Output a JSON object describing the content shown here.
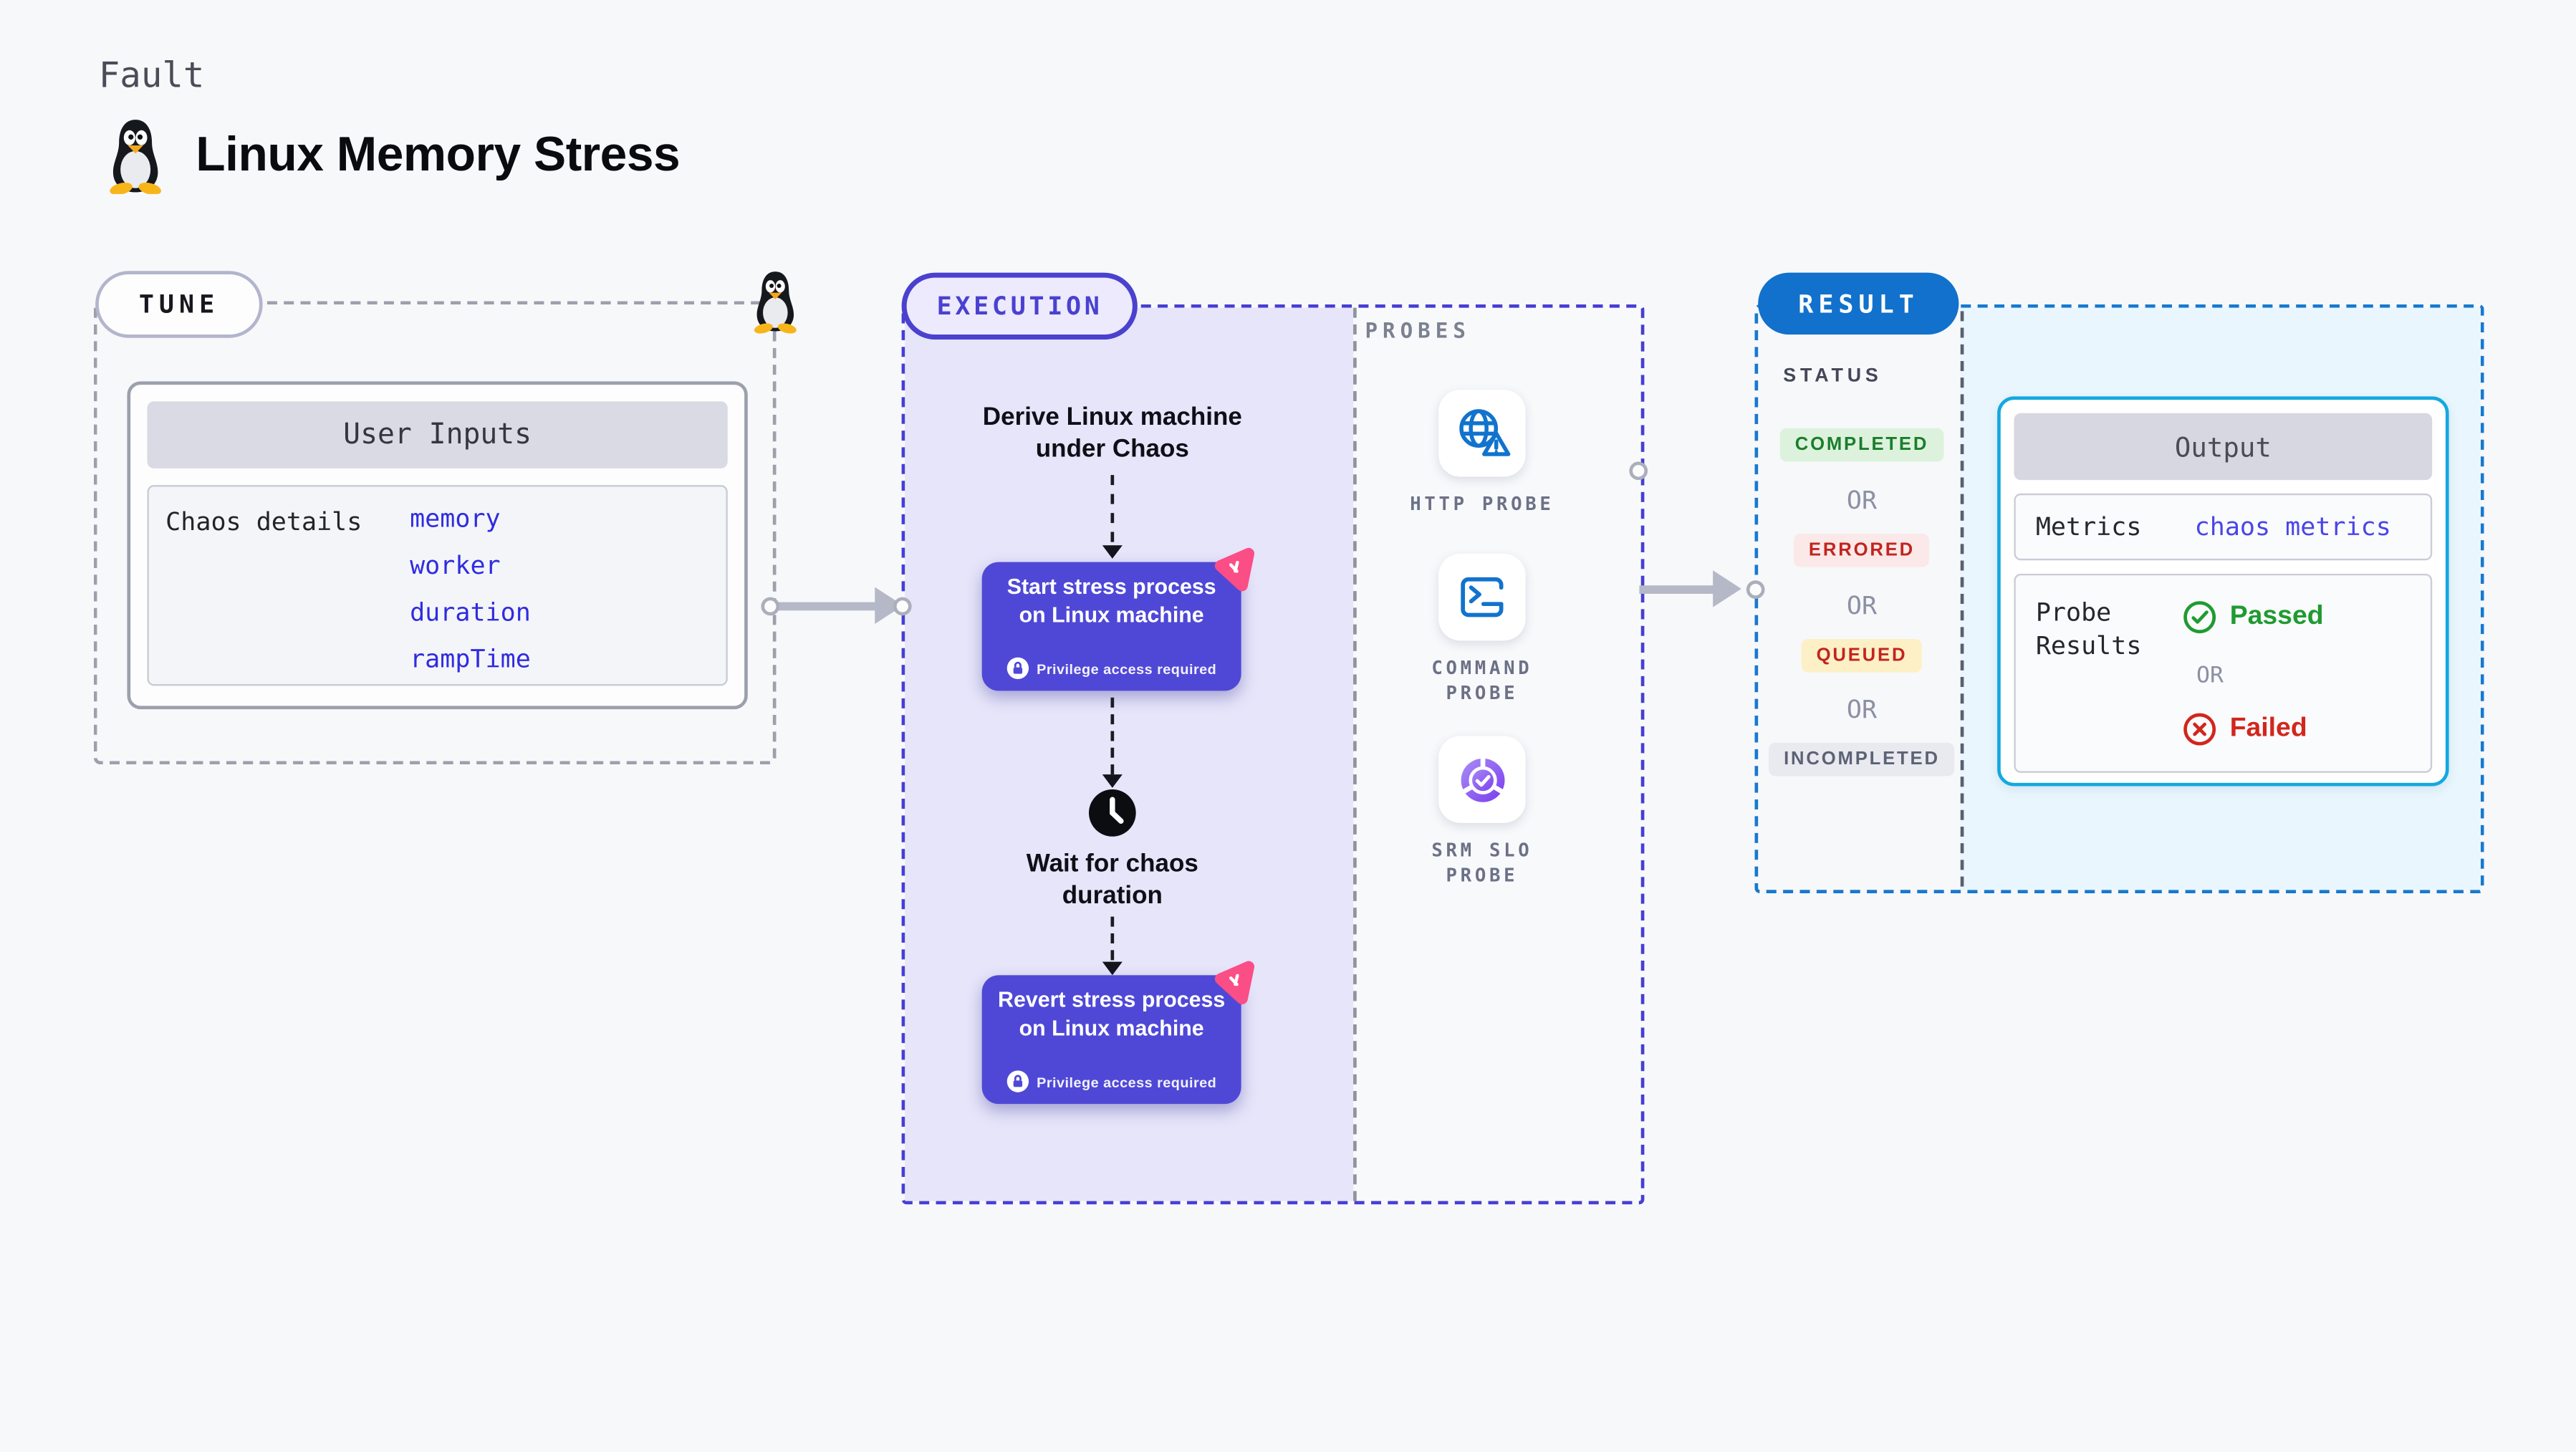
{
  "header": {
    "kicker": "Fault",
    "title": "Linux Memory Stress",
    "icon": "tux-penguin-icon"
  },
  "tune": {
    "label": "TUNE",
    "corner_icon": "tux-penguin-icon",
    "user_inputs": {
      "header": "User Inputs",
      "row_label": "Chaos details",
      "params": [
        "memory",
        "worker",
        "duration",
        "rampTime"
      ]
    }
  },
  "execution": {
    "label": "EXECUTION",
    "steps": {
      "derive": "Derive Linux machine under Chaos",
      "start": {
        "title": "Start stress process on Linux machine",
        "note": "Privilege access required"
      },
      "wait": "Wait for chaos duration",
      "revert": {
        "title": "Revert stress process on Linux machine",
        "note": "Privilege access required"
      }
    }
  },
  "probes": {
    "label": "PROBES",
    "items": [
      {
        "name": "HTTP PROBE",
        "icon": "globe-alert-icon"
      },
      {
        "name": "COMMAND PROBE",
        "icon": "terminal-icon"
      },
      {
        "name": "SRM SLO PROBE",
        "icon": "slo-donut-check-icon"
      }
    ]
  },
  "result": {
    "label": "RESULT",
    "status_header": "STATUS",
    "or_label": "OR",
    "statuses": [
      {
        "label": "COMPLETED",
        "type": "completed"
      },
      {
        "label": "ERRORED",
        "type": "errored"
      },
      {
        "label": "QUEUED",
        "type": "queued"
      },
      {
        "label": "INCOMPLETED",
        "type": "incompleted"
      }
    ],
    "output": {
      "header": "Output",
      "metrics_label": "Metrics",
      "metrics_value": "chaos metrics",
      "probe_results_label": "Probe Results",
      "passed_label": "Passed",
      "failed_label": "Failed"
    }
  },
  "colors": {
    "page_bg": "#f7f8fa",
    "indigo_node": "#4f48d6",
    "indigo_border": "#473ed3",
    "lavender_bg": "#e6e5fa",
    "pink_badge": "#fb4d86",
    "result_blue": "#1171cc",
    "result_dash": "#1679cf",
    "light_blue_bg": "#e9f6fd",
    "output_cyan": "#14a8e0",
    "probe_blue": "#1173cd",
    "slo_purple": "#7a3bef",
    "passed_green": "#1f9b31",
    "failed_red": "#d2261d",
    "completed_bg": "#ddf2dc",
    "errored_bg": "#fbe9e9",
    "queued_bg": "#fdf0c6",
    "incompleted_bg": "#e9eaf0",
    "param_blue": "#2f2ce0",
    "arrow_gray": "#b5b8c6"
  }
}
